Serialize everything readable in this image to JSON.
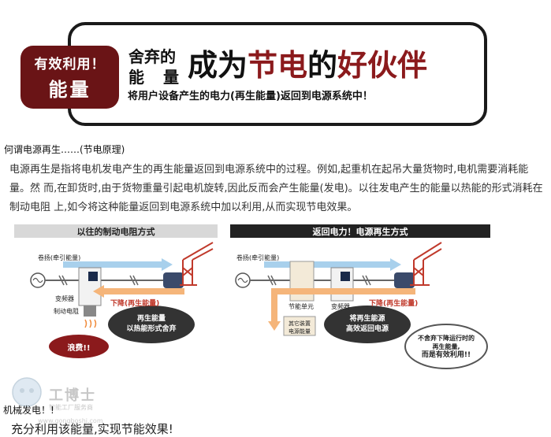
{
  "banner": {
    "badge_line1": "有效利用！",
    "badge_line2": "能量",
    "small_line1": "舍弃的",
    "small_line2": "能　量",
    "headline_part1": "成为",
    "headline_part2": "节电",
    "headline_part3": "的",
    "headline_part4": "好伙伴",
    "subtitle": "将用户设备产生的电力(再生能量)返回到电源系统中！",
    "accent_color": "#8b1a1c"
  },
  "heading": "何谓电源再生……(节电原理)",
  "paragraph": "电源再生是指将电机发电产生的再生能量返回到电源系统中的过程。例如,起重机在起吊大量货物时,电机需要消耗能量。然 而,在卸货时,由于货物重量引起电机旋转,因此反而会产生能量(发电)。以往发电产生的能量以热能的形式消耗在制动电阻 上,如今将这种能量返回到电源系统中加以利用,从而实现节电效果。",
  "diagram": {
    "left": {
      "title": "以往的制动电阻方式",
      "winch_label": "卷扬(牵引能量)",
      "inverter_label": "变频器",
      "resistor_label": "制动电阻",
      "descend_label": "下降(再生能量)",
      "blob_line1": "再生能量",
      "blob_line2": "以热能形式舍弃",
      "waste_label": "浪费!!"
    },
    "right": {
      "title": "返回电力！电源再生方式",
      "winch_label": "卷扬(牵引能量)",
      "unit_label": "节能单元",
      "inverter_label": "变频器",
      "descend_label": "下降(再生能量)",
      "other_line1": "其它装置",
      "other_line2": "电源能量",
      "blob_line1": "将再生能源",
      "blob_line2": "高效返回电源",
      "callout_line1": "不舍弃下降运行时的",
      "callout_line2": "再生能量,",
      "callout_line3": "而是有效利用!!"
    }
  },
  "watermark": {
    "name": "工博士",
    "tagline": "智能工厂服务商",
    "url": "www.gongboshi.com"
  },
  "footer_line1": "机械发电！!",
  "footer_line2": "充分利用该能量,实现节能效果!"
}
